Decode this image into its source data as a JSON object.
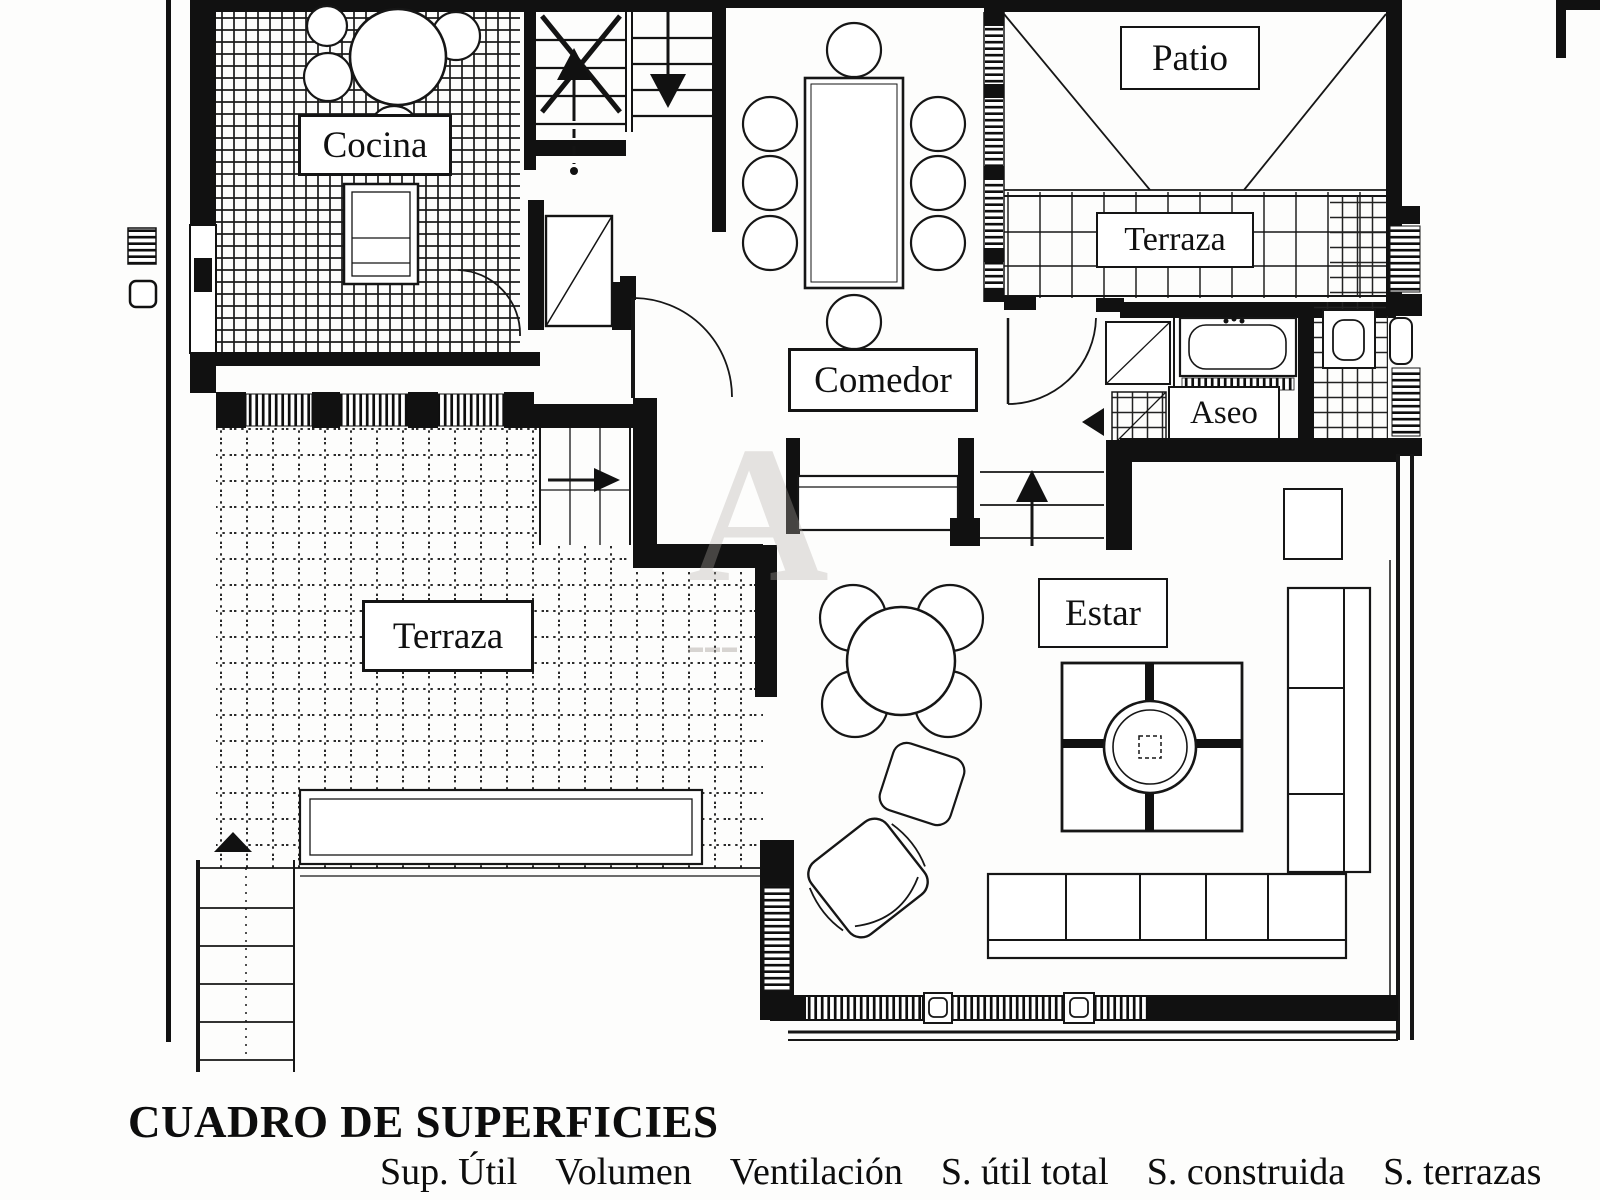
{
  "plan": {
    "rooms": {
      "cocina": "Cocina",
      "patio": "Patio",
      "terraza_upper": "Terraza",
      "comedor": "Comedor",
      "aseo": "Aseo",
      "terraza_lower": "Terraza",
      "estar": "Estar"
    },
    "watermark_letter": "A"
  },
  "footer": {
    "title": "CUADRO DE SUPERFICIES",
    "columns": [
      "Sup. Útil",
      "Volumen",
      "Ventilación",
      "S. útil total",
      "S. construida",
      "S. terrazas"
    ]
  }
}
